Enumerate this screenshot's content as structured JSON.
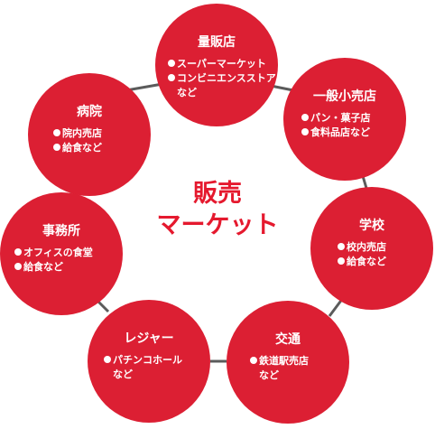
{
  "center": {
    "line1": "販売",
    "line2": "マーケット"
  },
  "nodes": {
    "mass": {
      "title": "量販店",
      "items": [
        "スーパーマーケット",
        "コンビニエンスストア"
      ],
      "suffix": "など"
    },
    "hospital": {
      "title": "病院",
      "items": [
        "院内売店",
        "給食など"
      ]
    },
    "general": {
      "title": "一般小売店",
      "items": [
        "パン・菓子店",
        "食料品店など"
      ]
    },
    "office": {
      "title": "事務所",
      "items": [
        "オフィスの食堂",
        "給食など"
      ]
    },
    "school": {
      "title": "学校",
      "items": [
        "校内売店",
        "給食など"
      ]
    },
    "leisure": {
      "title": "レジャー",
      "items": [
        "パチンコホール"
      ],
      "suffix": "など"
    },
    "traffic": {
      "title": "交通",
      "items": [
        "鉄道駅売店"
      ],
      "suffix": "など"
    }
  },
  "colors": {
    "node_fill": "#dc1f33",
    "center_text": "#e5192e",
    "connector": "#5b5b5b"
  }
}
